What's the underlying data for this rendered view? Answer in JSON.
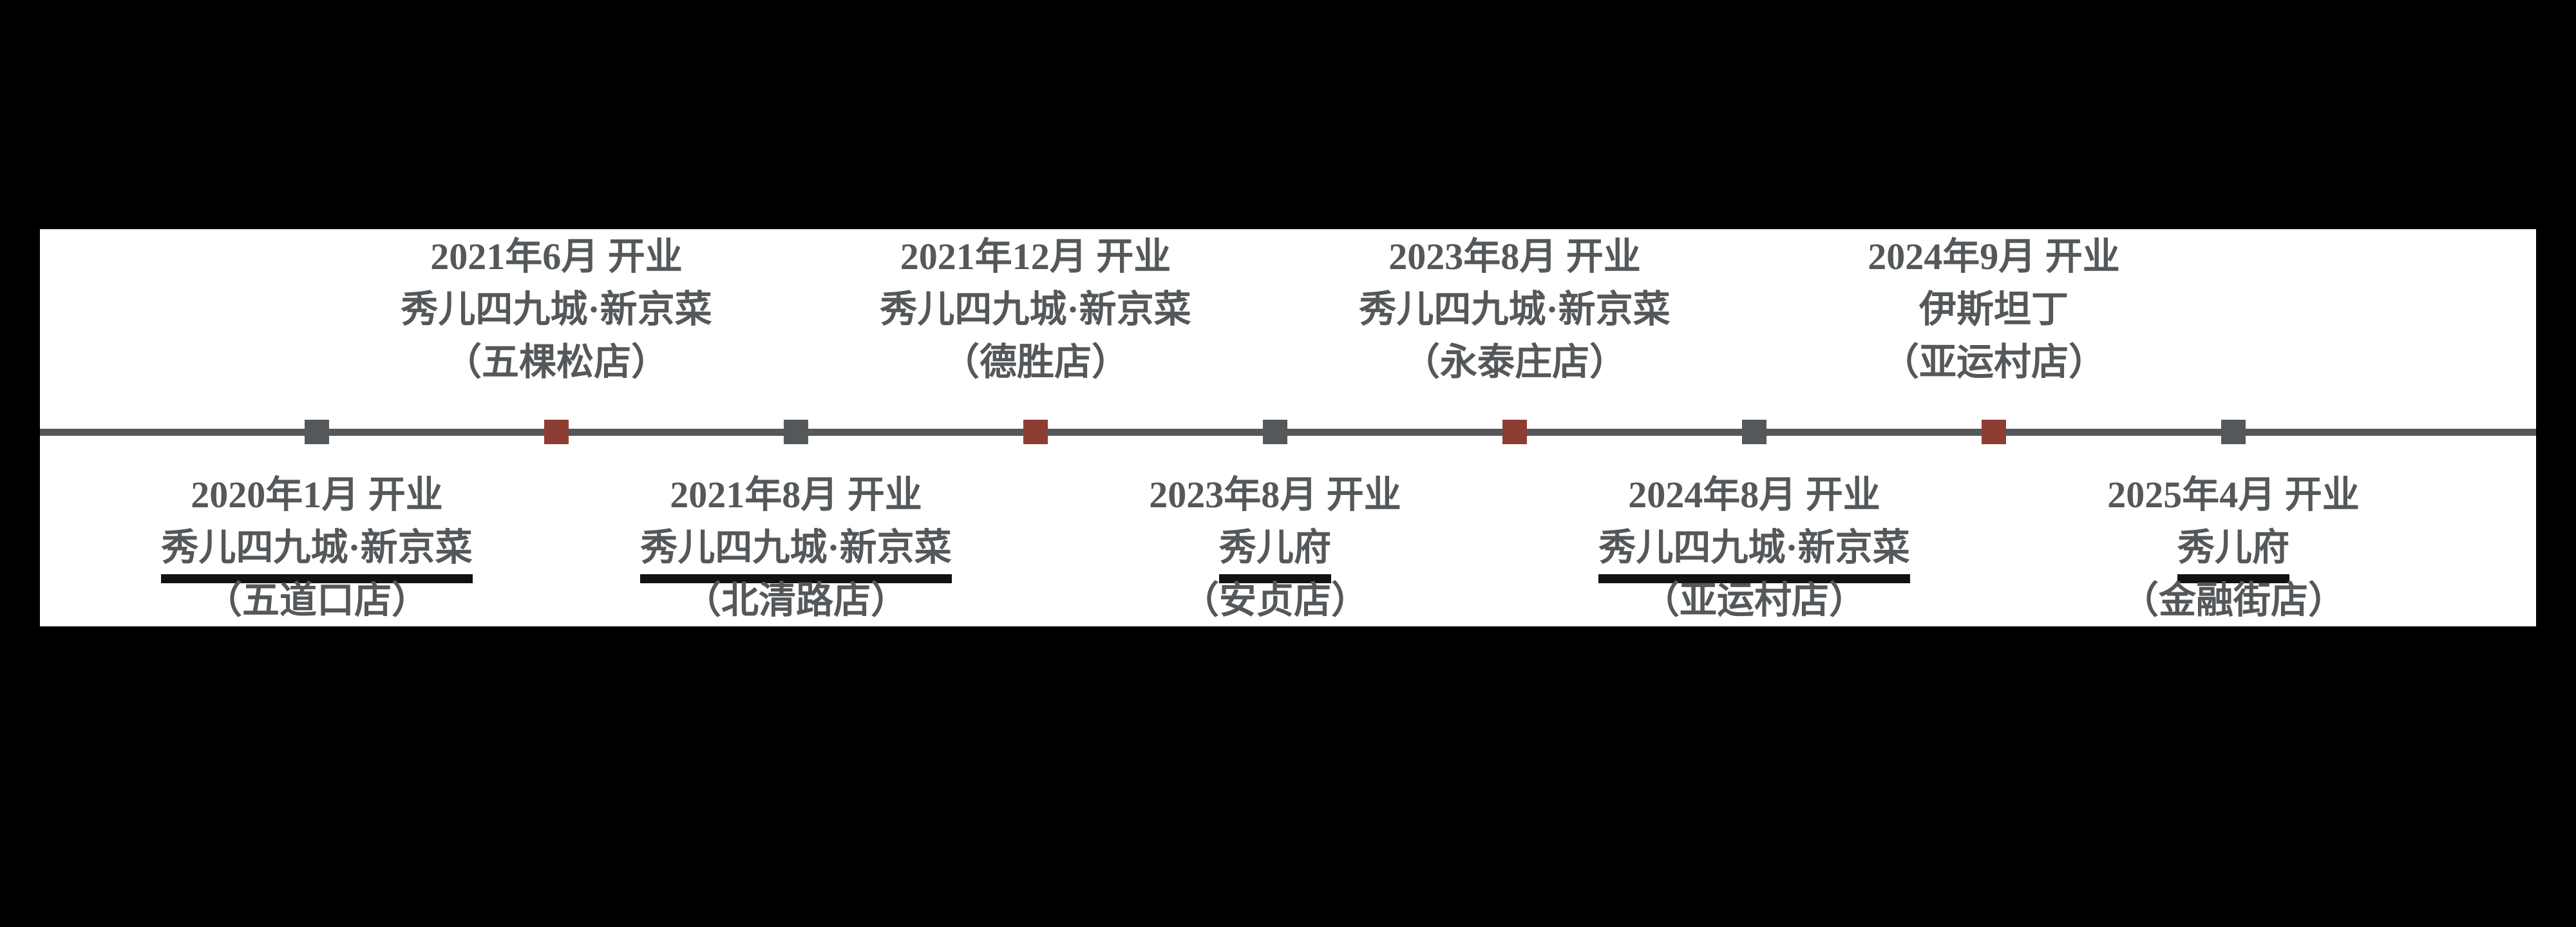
{
  "figure": {
    "kind": "restaurant-opening-timeline",
    "colors": {
      "background": "#000000",
      "panel": "#FFFFFF",
      "text": "#54585A",
      "axis": "#54585A",
      "marker_gray": "#54585A",
      "marker_red": "#8E3D33",
      "underline": "#111111"
    }
  },
  "chart_data": {
    "type": "timeline",
    "orientation": "horizontal",
    "marker_shape": "square",
    "events": [
      {
        "date": "2020年1月 开业",
        "name": "秀儿四九城·新京菜",
        "branch": "（五道口店）",
        "side": "below",
        "marker": "gray",
        "name_underlined": true
      },
      {
        "date": "2021年6月 开业",
        "name": "秀儿四九城·新京菜",
        "branch": "（五棵松店）",
        "side": "above",
        "marker": "red",
        "name_underlined": false
      },
      {
        "date": "2021年8月 开业",
        "name": "秀儿四九城·新京菜",
        "branch": "（北清路店）",
        "side": "below",
        "marker": "gray",
        "name_underlined": true
      },
      {
        "date": "2021年12月 开业",
        "name": "秀儿四九城·新京菜",
        "branch": "（德胜店）",
        "side": "above",
        "marker": "red",
        "name_underlined": false
      },
      {
        "date": "2023年8月 开业",
        "name": "秀儿府",
        "branch": "（安贞店）",
        "side": "below",
        "marker": "gray",
        "name_underlined": true
      },
      {
        "date": "2023年8月 开业",
        "name": "秀儿四九城·新京菜",
        "branch": "（永泰庄店）",
        "side": "above",
        "marker": "red",
        "name_underlined": false
      },
      {
        "date": "2024年8月 开业",
        "name": "秀儿四九城·新京菜",
        "branch": "（亚运村店）",
        "side": "below",
        "marker": "gray",
        "name_underlined": true
      },
      {
        "date": "2024年9月 开业",
        "name": "伊斯坦丁",
        "branch": "（亚运村店）",
        "side": "above",
        "marker": "red",
        "name_underlined": false
      },
      {
        "date": "2025年4月 开业",
        "name": "秀儿府",
        "branch": "（金融街店）",
        "side": "below",
        "marker": "gray",
        "name_underlined": true
      }
    ]
  }
}
